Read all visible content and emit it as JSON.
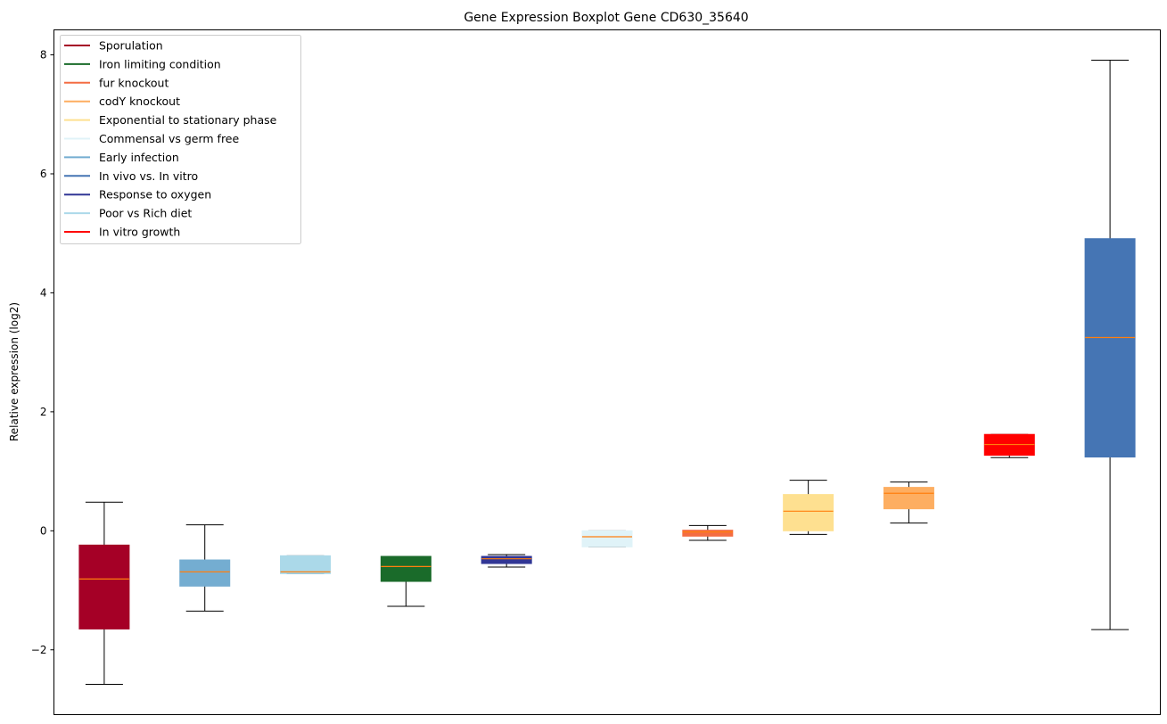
{
  "chart_data": {
    "type": "boxplot",
    "title": "Gene Expression Boxplot Gene CD630_35640",
    "xlabel": "",
    "ylabel": "Relative expression (log2)",
    "ylim": [
      -3.09,
      8.42
    ],
    "yticks": [
      -2,
      0,
      2,
      4,
      6,
      8
    ],
    "ytick_labels": [
      "−2",
      "0",
      "2",
      "4",
      "6",
      "8"
    ],
    "grid": false,
    "legend_placement": "top-left",
    "legend": [
      {
        "label": "Sporulation",
        "color": "#a50026"
      },
      {
        "label": "Iron limiting condition",
        "color": "#1a6b2a"
      },
      {
        "label": "fur knockout",
        "color": "#f46d43"
      },
      {
        "label": "codY knockout",
        "color": "#fdae61"
      },
      {
        "label": "Exponential to stationary phase",
        "color": "#fee090"
      },
      {
        "label": "Commensal vs germ free",
        "color": "#e0f3f8"
      },
      {
        "label": "Early infection",
        "color": "#74add1"
      },
      {
        "label": "In vivo vs. In vitro",
        "color": "#4575b4"
      },
      {
        "label": "Response to oxygen",
        "color": "#313695"
      },
      {
        "label": "Poor vs Rich diet",
        "color": "#abd9e9"
      },
      {
        "label": "In vitro growth",
        "color": "#ff0000"
      }
    ],
    "series": [
      {
        "name": "Sporulation",
        "color": "#a50026",
        "whislo": -2.58,
        "q1": -1.65,
        "med": -0.81,
        "q3": -0.24,
        "whishi": 0.48
      },
      {
        "name": "Early infection",
        "color": "#74add1",
        "whislo": -1.35,
        "q1": -0.93,
        "med": -0.69,
        "q3": -0.49,
        "whishi": 0.1
      },
      {
        "name": "Poor vs Rich diet",
        "color": "#abd9e9",
        "whislo": -0.72,
        "q1": -0.72,
        "med": -0.69,
        "q3": -0.42,
        "whishi": -0.42
      },
      {
        "name": "Iron limiting condition",
        "color": "#1a6b2a",
        "whislo": -1.27,
        "q1": -0.85,
        "med": -0.6,
        "q3": -0.43,
        "whishi": -0.43
      },
      {
        "name": "Response to oxygen",
        "color": "#313695",
        "whislo": -0.61,
        "q1": -0.55,
        "med": -0.47,
        "q3": -0.43,
        "whishi": -0.4
      },
      {
        "name": "Commensal vs germ free",
        "color": "#e0f3f8",
        "whislo": -0.27,
        "q1": -0.27,
        "med": -0.1,
        "q3": 0.0,
        "whishi": 0.0
      },
      {
        "name": "fur knockout",
        "color": "#f46d43",
        "whislo": -0.16,
        "q1": -0.09,
        "med": -0.02,
        "q3": 0.01,
        "whishi": 0.09
      },
      {
        "name": "Exponential to stationary phase",
        "color": "#fee090",
        "whislo": -0.06,
        "q1": 0.0,
        "med": 0.33,
        "q3": 0.61,
        "whishi": 0.85
      },
      {
        "name": "codY knockout",
        "color": "#fdae61",
        "whislo": 0.13,
        "q1": 0.37,
        "med": 0.63,
        "q3": 0.73,
        "whishi": 0.82
      },
      {
        "name": "In vitro growth",
        "color": "#ff0000",
        "whislo": 1.23,
        "q1": 1.27,
        "med": 1.45,
        "q3": 1.62,
        "whishi": 1.62
      },
      {
        "name": "In vivo vs. In vitro",
        "color": "#4575b4",
        "whislo": -1.66,
        "q1": 1.24,
        "med": 3.25,
        "q3": 4.91,
        "whishi": 7.91
      }
    ],
    "median_color": "#ff7f0e"
  }
}
